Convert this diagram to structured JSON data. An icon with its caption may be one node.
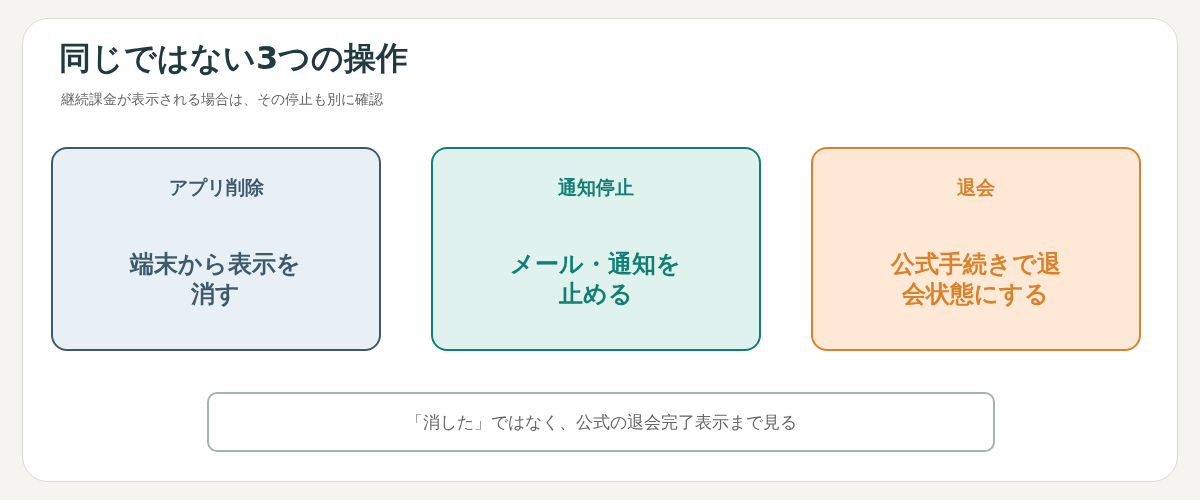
{
  "diagram": {
    "nodes": [
      {
        "text": [
          "同じではない3つの操作",
          "継続課金が表示される場合は、その停止も別に確認"
        ]
      },
      {
        "text": [
          "アプリ削除",
          "端末から表示を消す"
        ],
        "in": 0
      },
      {
        "text": [
          "通知停止",
          "メール・通知を止める"
        ],
        "in": 0
      },
      {
        "text": [
          "退会",
          "公式手続きで退会状態にする"
        ],
        "in": 0
      },
      {
        "text": [
          "「消した」ではなく、公式の退会完了表示まで見る"
        ],
        "in": 0
      }
    ]
  }
}
